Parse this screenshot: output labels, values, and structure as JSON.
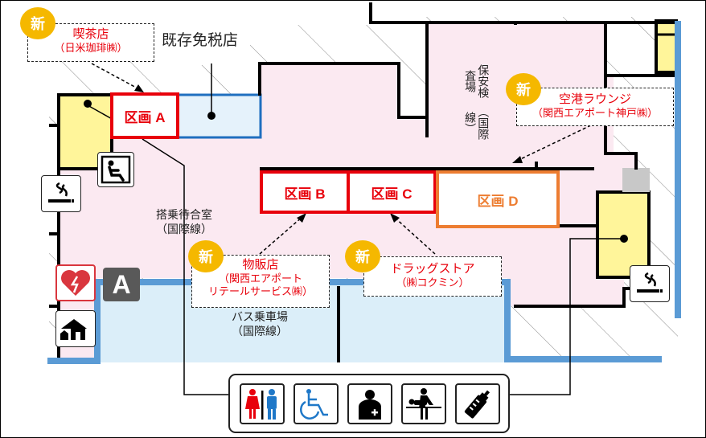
{
  "map": {
    "colors": {
      "gate_area": "#fbe9f1",
      "bus_area": "#dbeef9",
      "duty_free": "#e5f2fb",
      "yellow_room": "#fff59a",
      "zone_red": "#e8000b",
      "zone_orange": "#ed7d31",
      "new_badge": "#f5b800",
      "blue_wall": "#5b9bd5",
      "duty_free_border": "#1f6fbf"
    },
    "zones": {
      "a": "区画 A",
      "b": "区画 B",
      "c": "区画 C",
      "d": "区画 D"
    },
    "new_badge": "新",
    "callouts": {
      "cafe": {
        "title": "喫茶店",
        "sub": "（日米珈琲㈱）"
      },
      "lounge": {
        "title": "空港ラウンジ",
        "sub": "（関西エアポート神戸㈱）"
      },
      "shop": {
        "title": "物販店",
        "sub1": "（関西エアポート",
        "sub2": "リテールサービス㈱）"
      },
      "drug": {
        "title": "ドラッグストア",
        "sub": "（㈱コクミン）"
      }
    },
    "labels": {
      "duty_free": "既存免税店",
      "waiting_room": "搭乗待合室",
      "waiting_room_sub": "（国際線）",
      "security": "保安検査場",
      "security_sub": "（国際線）",
      "bus": "バス乗車場",
      "bus_sub": "（国際線）",
      "gate_a": "A"
    },
    "icons": [
      "smoking-area-icon",
      "lounge-seat-icon",
      "aed-icon",
      "gate-a-icon",
      "shop-icon",
      "smoking-area-icon"
    ],
    "facilities": [
      {
        "name": "restroom-icon"
      },
      {
        "name": "accessible-icon"
      },
      {
        "name": "first-aid-room-icon"
      },
      {
        "name": "diaper-changing-icon"
      },
      {
        "name": "nursing-bottle-icon"
      }
    ]
  }
}
